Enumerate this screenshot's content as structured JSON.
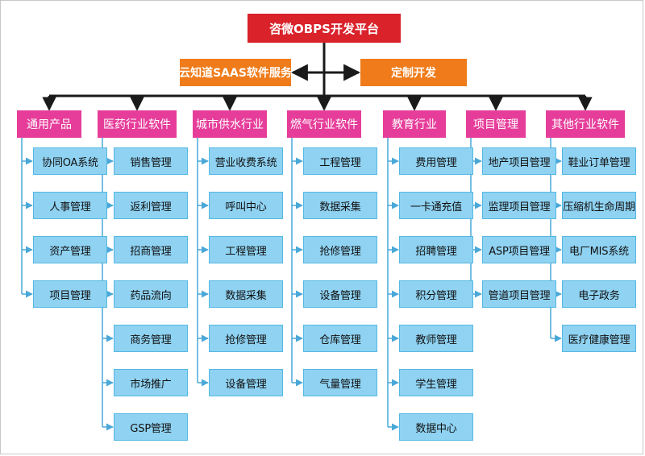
{
  "root": {
    "label": "咨微OBPS开发平台"
  },
  "side_nodes": {
    "left": "云知道SAAS软件服务",
    "right": "定制开发"
  },
  "colors": {
    "root": "#d9222a",
    "side": "#ef7b1a",
    "category": "#e63d9a",
    "item": "#8fd2f2",
    "item_border": "#55b8e2",
    "line": "#1a1a1a",
    "item_line": "#4aa8d8"
  },
  "categories": [
    {
      "label": "通用产品",
      "items": [
        "协同OA系统",
        "人事管理",
        "资产管理",
        "项目管理"
      ]
    },
    {
      "label": "医药行业软件",
      "items": [
        "销售管理",
        "返利管理",
        "招商管理",
        "药品流向",
        "商务管理",
        "市场推广",
        "GSP管理"
      ]
    },
    {
      "label": "城市供水行业",
      "items": [
        "营业收费系统",
        "呼叫中心",
        "工程管理",
        "数据采集",
        "抢修管理",
        "设备管理"
      ]
    },
    {
      "label": "燃气行业软件",
      "items": [
        "工程管理",
        "数据采集",
        "抢修管理",
        "设备管理",
        "仓库管理",
        "气量管理"
      ]
    },
    {
      "label": "教育行业",
      "items": [
        "费用管理",
        "一卡通充值",
        "招聘管理",
        "积分管理",
        "教师管理",
        "学生管理",
        "数据中心"
      ]
    },
    {
      "label": "项目管理",
      "items": [
        "地产项目管理",
        "监理项目管理",
        "ASP项目管理",
        "管道项目管理"
      ]
    },
    {
      "label": "其他行业软件",
      "items": [
        "鞋业订单管理",
        "压缩机生命周期",
        "电厂MIS系统",
        "电子政务",
        "医疗健康管理"
      ]
    }
  ]
}
